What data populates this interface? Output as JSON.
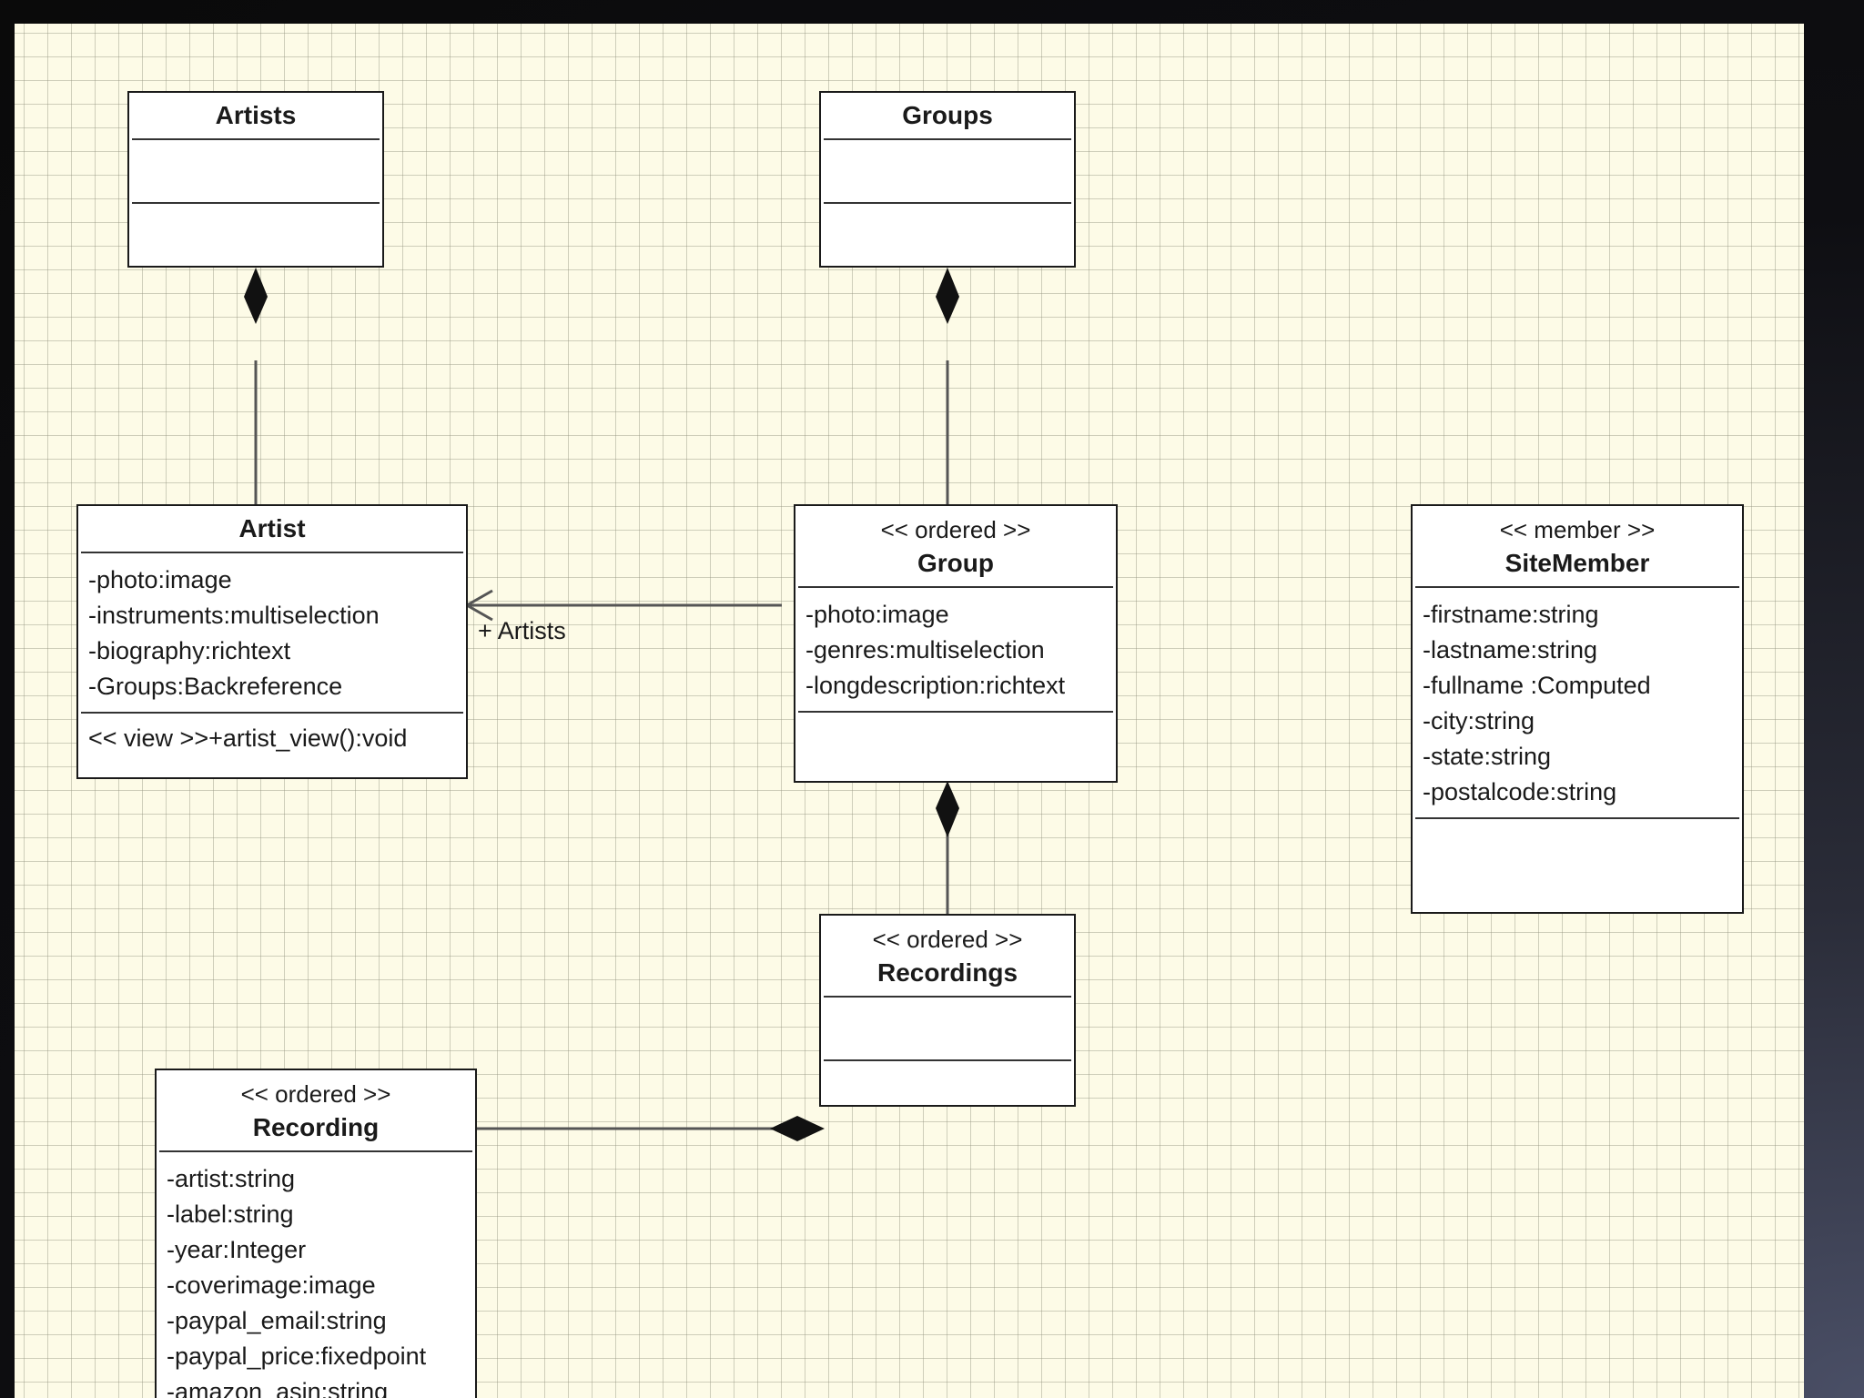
{
  "classes": {
    "artists": {
      "name": "Artists"
    },
    "groups": {
      "name": "Groups"
    },
    "artist": {
      "name": "Artist",
      "attributes": [
        "-photo:image",
        "-instruments:multiselection",
        "-biography:richtext",
        "-Groups:Backreference"
      ],
      "operations": [
        "<< view >>+artist_view():void"
      ]
    },
    "group": {
      "stereotype": "<< ordered >>",
      "name": "Group",
      "attributes": [
        "-photo:image",
        "-genres:multiselection",
        "-longdescription:richtext"
      ]
    },
    "sitemember": {
      "stereotype": "<< member >>",
      "name": "SiteMember",
      "attributes": [
        "-firstname:string",
        "-lastname:string",
        "-fullname :Computed",
        "-city:string",
        "-state:string",
        "-postalcode:string"
      ]
    },
    "recordings": {
      "stereotype": "<< ordered >>",
      "name": "Recordings"
    },
    "recording": {
      "stereotype": "<< ordered >>",
      "name": "Recording",
      "attributes": [
        "-artist:string",
        "-label:string",
        "-year:Integer",
        "-coverimage:image",
        "-paypal_email:string",
        "-paypal_price:fixedpoint",
        "-amazon_asin:string"
      ]
    }
  },
  "associations": {
    "group_artist_label": "+ Artists"
  },
  "colors": {
    "canvas": "#fdfbe7",
    "grid": "#b4b39c",
    "line": "#555555",
    "border": "#1a1a1a"
  }
}
